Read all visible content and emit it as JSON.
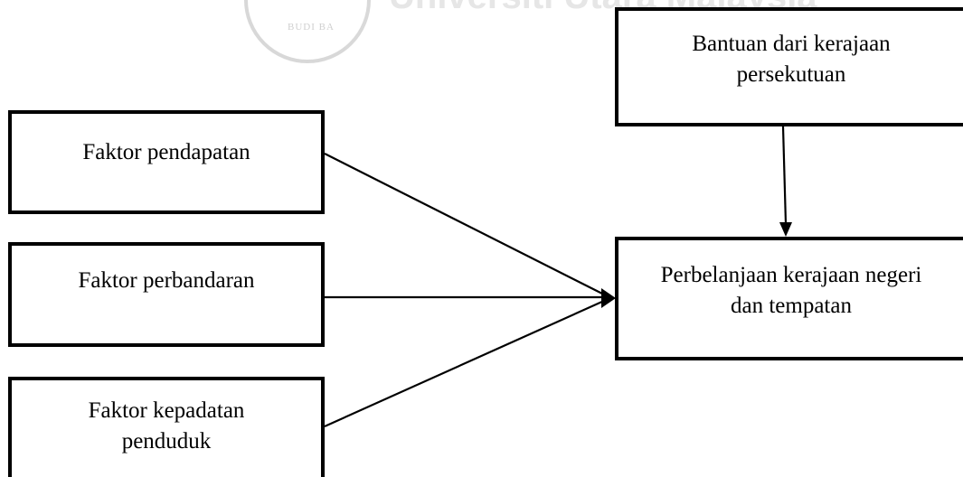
{
  "watermark": {
    "seal_text": "BUDI BA",
    "text": "Universiti Utara Malaysia"
  },
  "diagram": {
    "factors": [
      {
        "label": "Faktor pendapatan"
      },
      {
        "label": "Faktor perbandaran"
      },
      {
        "label": "Faktor kepadatan penduduk"
      }
    ],
    "federal_aid": {
      "label": "Bantuan dari kerajaan persekutuan"
    },
    "outcome": {
      "label": "Perbelanjaan kerajaan negeri dan tempatan"
    }
  }
}
